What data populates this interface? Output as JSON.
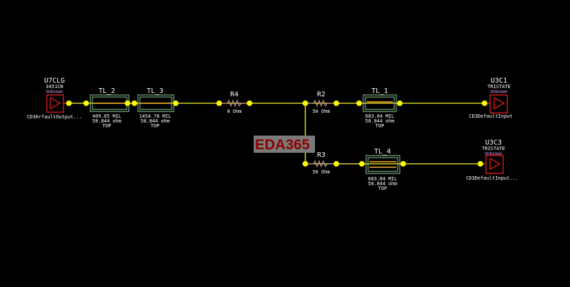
{
  "colors": {
    "background": "#000000",
    "wire": "#ffff33",
    "port": "#ff2020",
    "tline": "#8fcf9a"
  },
  "watermark": "EDA365",
  "ports": {
    "u7clg": {
      "ref": "U7CLG",
      "model": "3451CN",
      "status": "Unknown",
      "pin": "CD30rfaultOutput..."
    },
    "u3c1": {
      "ref": "U3C1",
      "model": "TRISTATE",
      "status": "Unknown",
      "pin": "CD3DefaultInput"
    },
    "u3c3": {
      "ref": "U3C3",
      "model": "TRISTATE",
      "status": "Unknown",
      "pin": "CD3DefaultInput..."
    }
  },
  "tlines": {
    "tl2": {
      "name": "TL_2",
      "length": "409.05 MIL",
      "impedance": "58.844 ohm",
      "layer": "TOP"
    },
    "tl3": {
      "name": "TL_3",
      "length": "1454.78 MIL",
      "impedance": "58.844 ohm",
      "layer": "TOP"
    },
    "tl1": {
      "name": "TL_1",
      "length": "683.84 MIL",
      "impedance": "58.844 ohm",
      "layer": "TOP"
    },
    "tl4": {
      "name": "TL_4",
      "length": "683.84 MIL",
      "impedance": "58.844 ohm",
      "layer": "TOP"
    }
  },
  "resistors": {
    "r4": {
      "name": "R4",
      "value": "0 Ohm"
    },
    "r2": {
      "name": "R2",
      "value": "50 Ohm"
    },
    "r3": {
      "name": "R3",
      "value": "50 Ohm"
    }
  }
}
